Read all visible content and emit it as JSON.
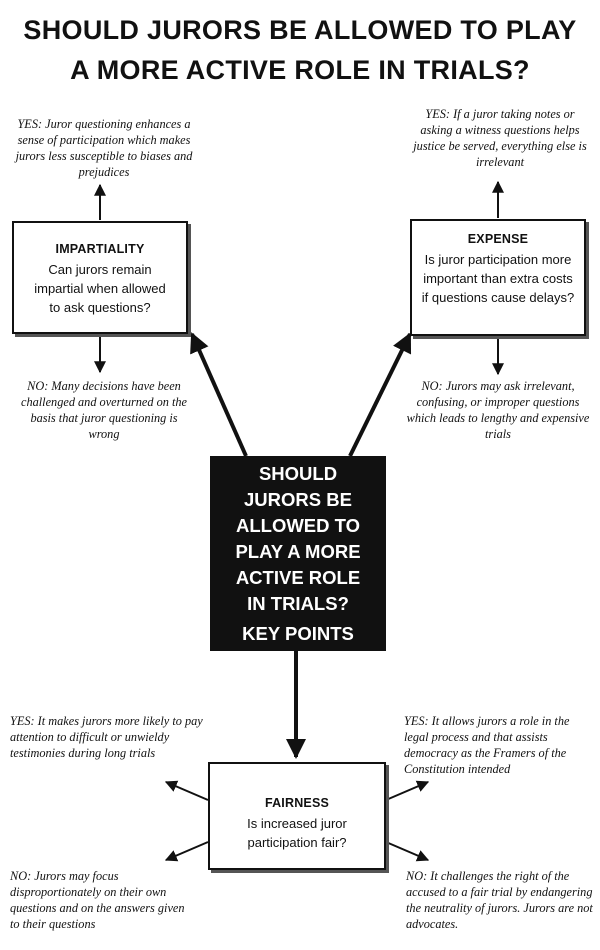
{
  "title": {
    "line1": "SHOULD JURORS BE ALLOWED TO PLAY",
    "line2": "A MORE ACTIVE ROLE IN TRIALS?"
  },
  "center": {
    "lines": [
      "SHOULD",
      "JURORS BE",
      "ALLOWED TO",
      "PLAY A MORE",
      "ACTIVE ROLE",
      "IN TRIALS?"
    ],
    "key_points": "KEY POINTS"
  },
  "impartiality": {
    "heading": "IMPARTIALITY",
    "question": "Can jurors remain impartial when allowed to ask questions?",
    "yes": "YES: Juror questioning enhances a sense of participation which makes jurors less susceptible to biases and prejudices",
    "no": "NO: Many decisions have been challenged and overturned on the basis that juror questioning is wrong"
  },
  "expense": {
    "heading": "EXPENSE",
    "question": "Is juror participation more important than extra costs if questions cause delays?",
    "yes": "YES: If a juror taking notes or asking a witness questions helps justice be served, everything else is irrelevant",
    "no": "NO: Jurors may ask irrelevant, confusing, or improper questions which leads to lengthy and expensive trials"
  },
  "fairness": {
    "heading": "FAIRNESS",
    "question": "Is increased juror participation fair?",
    "yes_left": "YES: It makes jurors more likely to pay attention to difficult or unwieldy testimonies during long trials",
    "no_left": "NO: Jurors may focus disproportionately on their own questions and on the answers given to their questions",
    "yes_right": "YES: It allows jurors a role in the legal process and that assists democracy as the Framers of the Constitution intended",
    "no_right": "NO: It challenges the right of the accused to a fair trial by endangering the neutrality of jurors. Jurors are not advocates."
  }
}
